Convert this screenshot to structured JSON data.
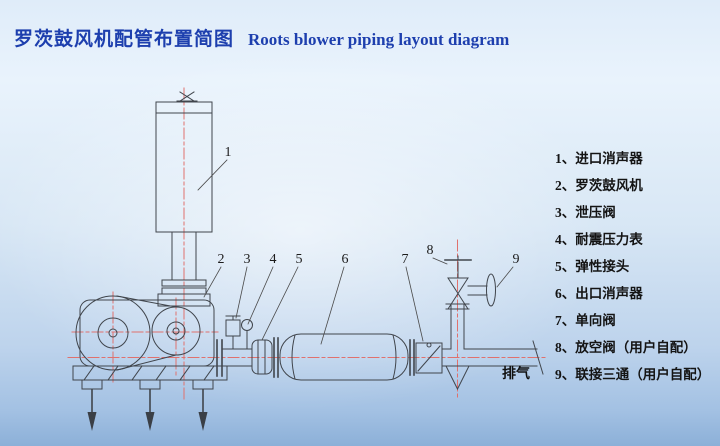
{
  "page": {
    "title_zh": "罗茨鼓风机配管布置简图",
    "title_en": "Roots blower piping layout diagram"
  },
  "colors": {
    "title_blue": "#1d3fae",
    "centerline_red": "#e0716d",
    "line_dark": "#40454c",
    "bg_top": "#e9f3fc",
    "bg_bottom": "#8cb0d8"
  },
  "diagram": {
    "part_labels": [
      "1",
      "2",
      "3",
      "4",
      "5",
      "6",
      "7",
      "8",
      "9"
    ],
    "exhaust_label": "排气"
  },
  "legend": {
    "items": [
      {
        "text": "1、进口消声器"
      },
      {
        "text": "2、罗茨鼓风机"
      },
      {
        "text": "3、泄压阀"
      },
      {
        "text": "4、耐震压力表"
      },
      {
        "text": "5、弹性接头"
      },
      {
        "text": "6、出口消声器"
      },
      {
        "text": "7、单向阀"
      },
      {
        "text": "8、放空阀（用户自配）"
      },
      {
        "text": "9、联接三通（用户自配）"
      }
    ]
  }
}
